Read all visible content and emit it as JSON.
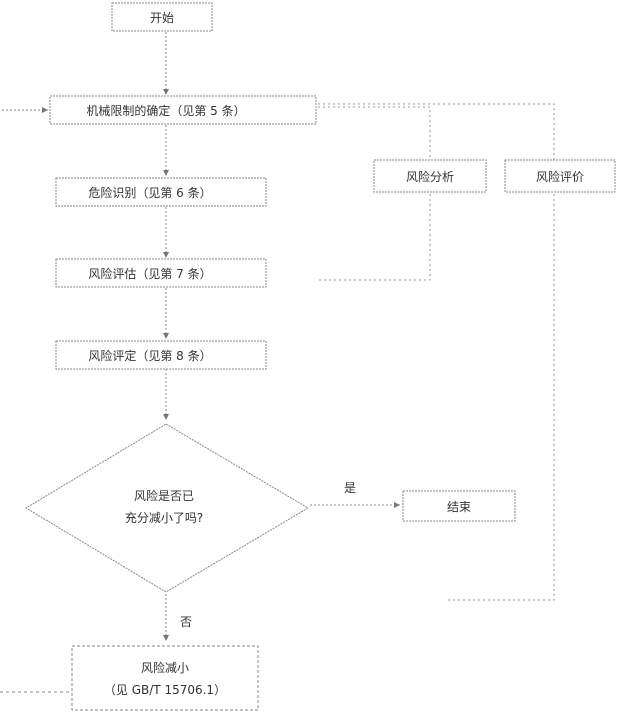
{
  "flowchart": {
    "start": "开始",
    "step_limits": "机械限制的确定（见第 5 条）",
    "step_hazard_id": "危险识别（见第 6 条）",
    "step_risk_estimation": "风险评估（见第 7 条）",
    "step_risk_evaluation": "风险评定（见第 8 条）",
    "decision_line1": "风险是否已",
    "decision_line2": "充分减小了吗?",
    "yes_label": "是",
    "no_label": "否",
    "end": "结束",
    "risk_analysis": "风险分析",
    "risk_assessment": "风险评价",
    "risk_reduction_line1": "风险减小",
    "risk_reduction_line2": "（见 GB/T 15706.1）"
  }
}
